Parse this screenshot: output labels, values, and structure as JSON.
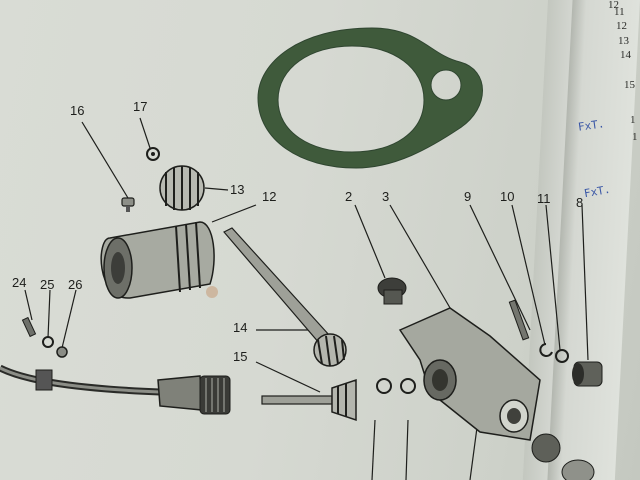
{
  "callouts": {
    "c2": "2",
    "c3": "3",
    "c8": "8",
    "c9": "9",
    "c10": "10",
    "c11": "11",
    "c12": "12",
    "c13": "13",
    "c14": "14",
    "c15": "15",
    "c16": "16",
    "c17": "17",
    "c24": "24",
    "c25": "25",
    "c26": "26"
  },
  "margin_index": {
    "m12": "12",
    "m11": "11",
    "m12b": "12",
    "m13": "13",
    "m14": "14",
    "m15": "15",
    "m1a": "1",
    "m1b": "1"
  },
  "handwritten": {
    "note1": "FxT.",
    "note2": "FxT."
  },
  "colors": {
    "gasket": "#3f5a3b",
    "ink": "#1e1f1c",
    "paper": "#d6d9d2",
    "handwriting": "#3a57a6"
  }
}
